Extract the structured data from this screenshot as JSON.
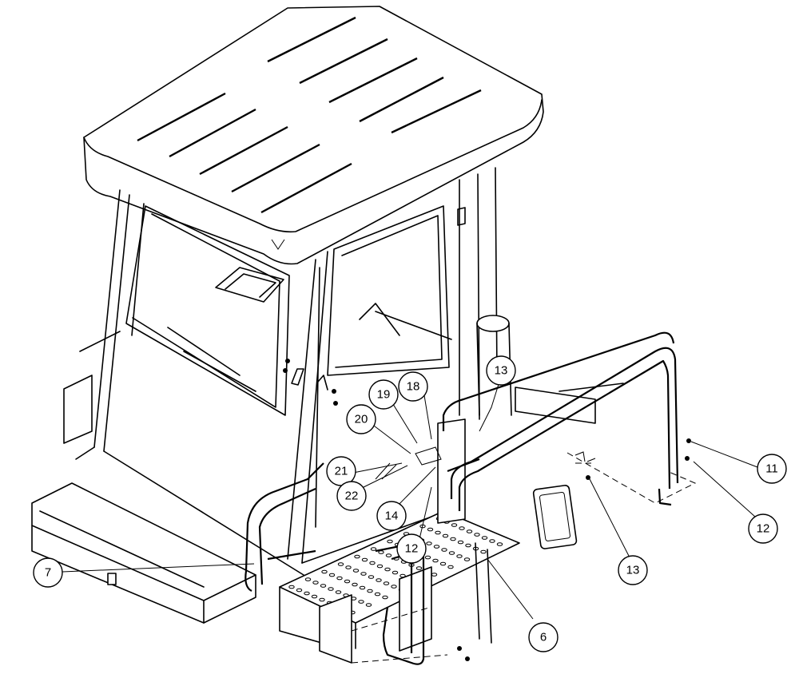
{
  "colors": {
    "line": "#000000",
    "background": "#ffffff"
  },
  "callouts": [
    {
      "id": "c11",
      "label": "11"
    },
    {
      "id": "c12a",
      "label": "12"
    },
    {
      "id": "c12b",
      "label": "12"
    },
    {
      "id": "c13a",
      "label": "13"
    },
    {
      "id": "c13b",
      "label": "13"
    },
    {
      "id": "c14",
      "label": "14"
    },
    {
      "id": "c18",
      "label": "18"
    },
    {
      "id": "c19",
      "label": "19"
    },
    {
      "id": "c20",
      "label": "20"
    },
    {
      "id": "c21",
      "label": "21"
    },
    {
      "id": "c22",
      "label": "22"
    },
    {
      "id": "c7",
      "label": "7"
    },
    {
      "id": "c6",
      "label": "6"
    }
  ]
}
